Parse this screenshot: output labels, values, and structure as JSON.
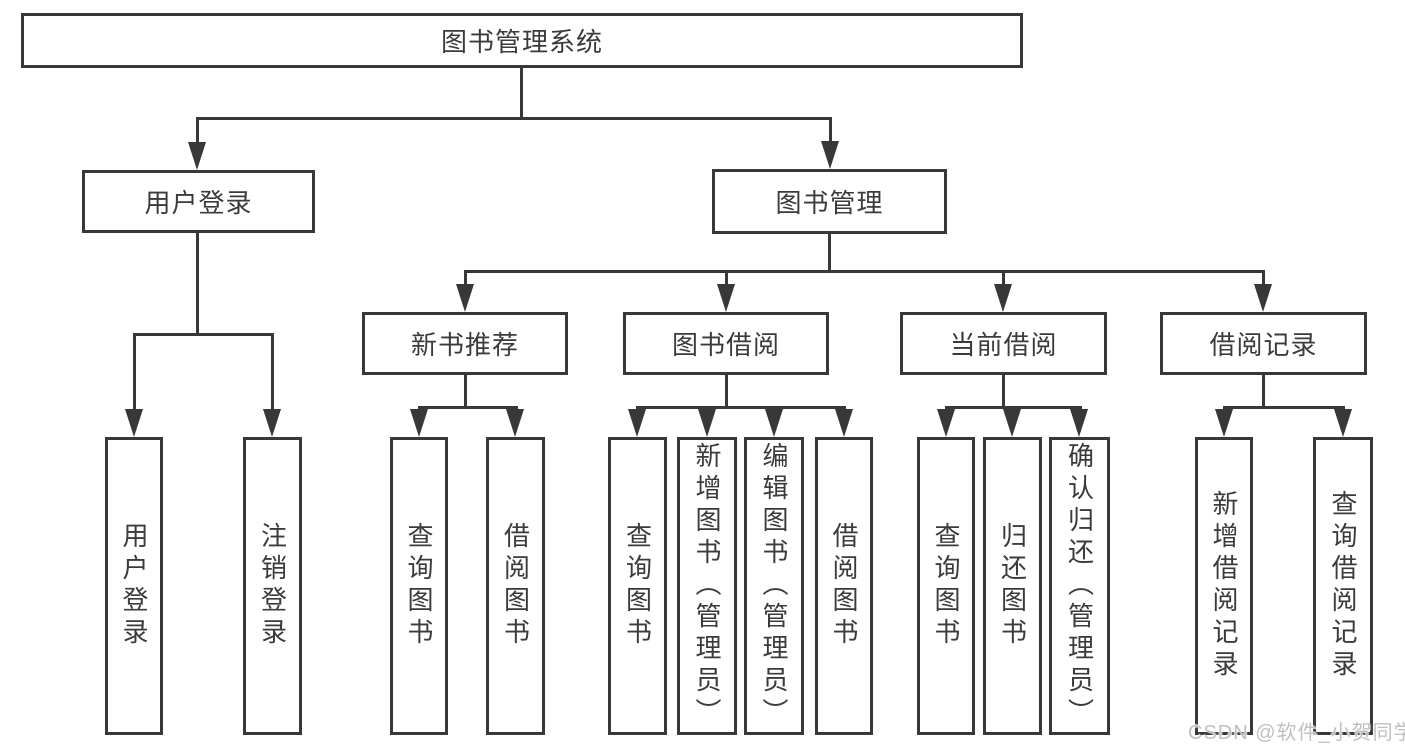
{
  "diagram": {
    "title": "图书管理系统",
    "level2": [
      {
        "label": "用户登录"
      },
      {
        "label": "图书管理"
      }
    ],
    "level3": [
      {
        "label": "新书推荐"
      },
      {
        "label": "图书借阅"
      },
      {
        "label": "当前借阅"
      },
      {
        "label": "借阅记录"
      }
    ],
    "leaves": [
      {
        "label": "用户登录"
      },
      {
        "label": "注销登录"
      },
      {
        "label": "查询图书"
      },
      {
        "label": "借阅图书"
      },
      {
        "label": "查询图书"
      },
      {
        "label": "新增图书（管理员）"
      },
      {
        "label": "编辑图书（管理员）"
      },
      {
        "label": "借阅图书"
      },
      {
        "label": "查询图书"
      },
      {
        "label": "归还图书"
      },
      {
        "label": "确认归还（管理员）"
      },
      {
        "label": "新增借阅记录"
      },
      {
        "label": "查询借阅记录"
      }
    ],
    "colors": {
      "line": "#383838",
      "text": "#3b3b3b",
      "background": "#ffffff",
      "watermark": "#c1c0c0"
    }
  },
  "watermark": {
    "text": "CSDN @软件_小贺同学"
  }
}
